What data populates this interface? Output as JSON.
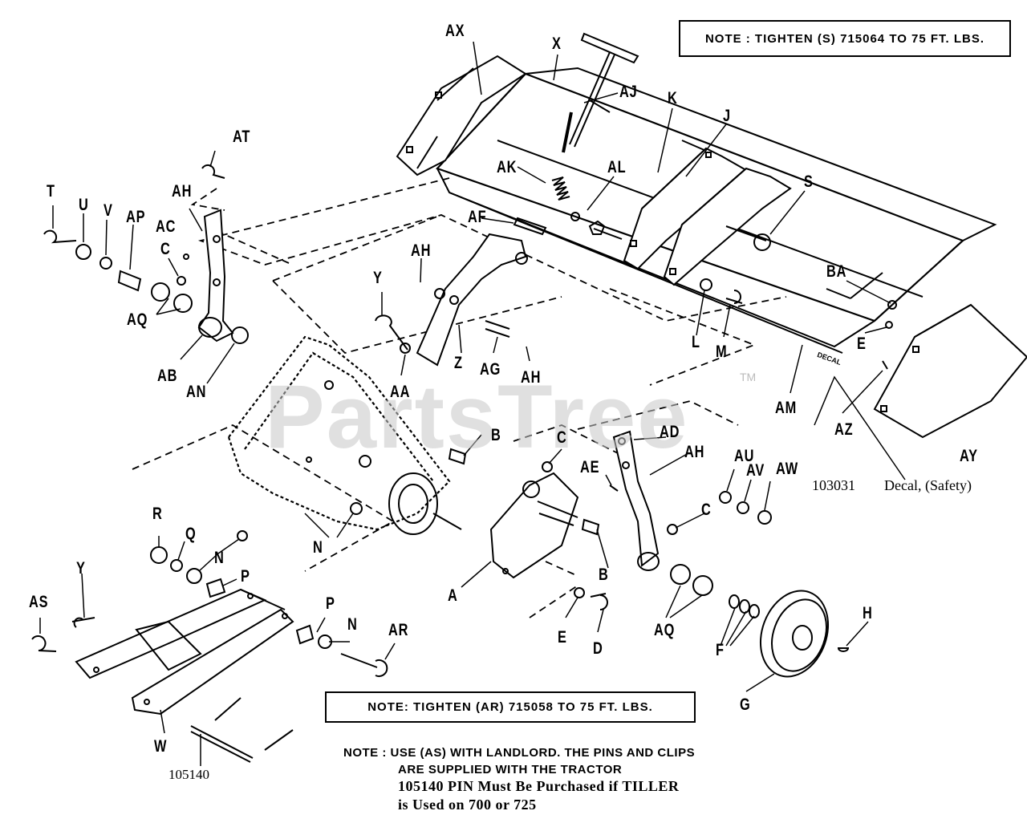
{
  "notes": {
    "top_right": "NOTE : TIGHTEN (S) 715064 TO 75 FT. LBS.",
    "bottom_box": "NOTE: TIGHTEN (AR) 715058 TO 75 FT. LBS.",
    "bottom_line1": "NOTE : USE (AS) WITH LANDLORD.   THE PINS AND CLIPS",
    "bottom_line2": "ARE SUPPLIED WITH THE TRACTOR",
    "bottom_line3": "105140 PIN Must Be Purchased if TILLER",
    "bottom_line4": "is Used on 700 or 725"
  },
  "decal": {
    "number": "103031",
    "description": "Decal, (Safety)",
    "tag": "DECAL"
  },
  "pin_number": "105140",
  "watermark": {
    "text": "PartsTree",
    "tm": "TM"
  },
  "labels": {
    "AX": "AX",
    "X": "X",
    "AJ": "AJ",
    "K": "K",
    "J": "J",
    "AT": "AT",
    "T": "T",
    "U": "U",
    "V": "V",
    "AP": "AP",
    "AH1": "AH",
    "AC": "AC",
    "C1": "C",
    "AK": "AK",
    "AL": "AL",
    "AF": "AF",
    "S": "S",
    "AH2": "AH",
    "Y1": "Y",
    "AQ1": "AQ",
    "AB": "AB",
    "AN": "AN",
    "Z": "Z",
    "AG": "AG",
    "AH3": "AH",
    "AA": "AA",
    "BA": "BA",
    "L": "L",
    "M": "M",
    "E1": "E",
    "AM": "AM",
    "AZ": "AZ",
    "AY": "AY",
    "B1": "B",
    "C2": "C",
    "AD": "AD",
    "AH4": "AH",
    "AE": "AE",
    "AU": "AU",
    "AV": "AV",
    "AW": "AW",
    "C3": "C",
    "R": "R",
    "Q": "Q",
    "N1": "N",
    "P1": "P",
    "N2": "N",
    "A": "A",
    "B2": "B",
    "E2": "E",
    "D": "D",
    "AQ2": "AQ",
    "F": "F",
    "H": "H",
    "G": "G",
    "Y2": "Y",
    "AS": "AS",
    "P2": "P",
    "N3": "N",
    "AR": "AR",
    "W": "W"
  }
}
